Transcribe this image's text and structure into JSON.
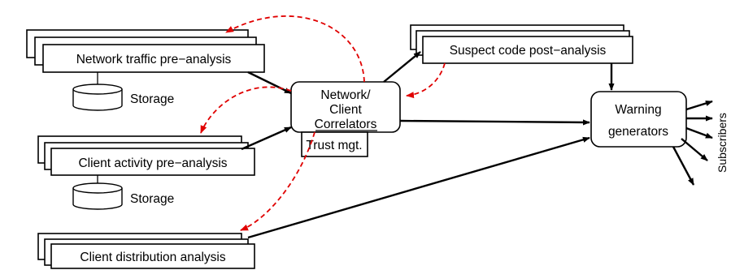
{
  "nodes": {
    "network_traffic": "Network traffic pre−analysis",
    "storage_top": "Storage",
    "client_activity": "Client activity pre−analysis",
    "storage_bottom": "Storage",
    "client_distribution": "Client distribution analysis",
    "correlators": [
      "Network/",
      "Client",
      "Correlators"
    ],
    "trust": "Trust mgt.",
    "suspect_code": "Suspect code post−analysis",
    "warning": [
      "Warning",
      "generators"
    ],
    "subscribers": "Subscribers"
  },
  "colors": {
    "feedback": "#e00000",
    "flow": "#000000"
  }
}
